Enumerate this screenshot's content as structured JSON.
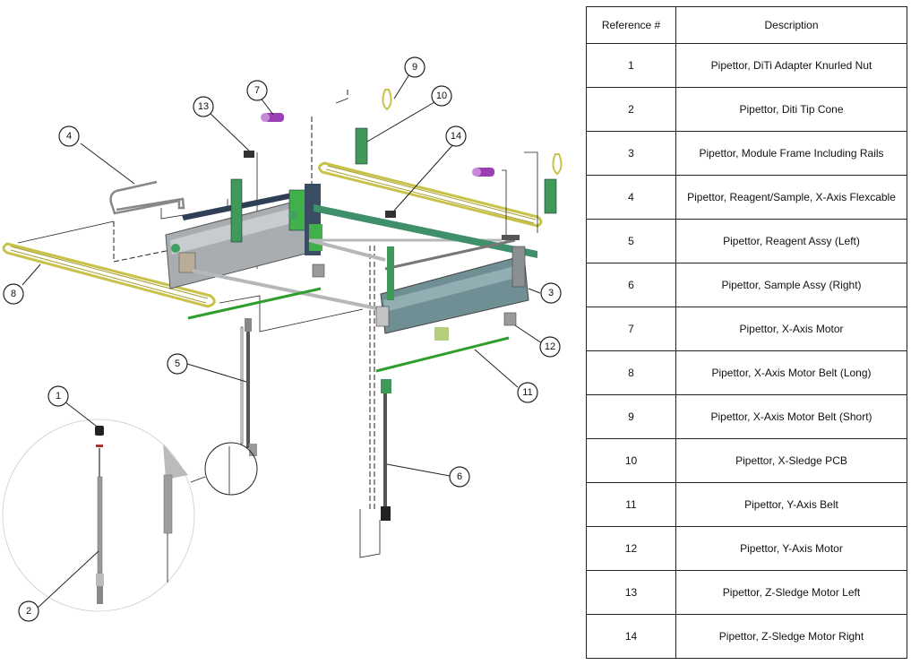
{
  "table": {
    "headers": [
      "Reference #",
      "Description"
    ],
    "rows": [
      {
        "ref": "1",
        "description": "Pipettor, DiTi Adapter Knurled Nut"
      },
      {
        "ref": "2",
        "description": "Pipettor, Diti Tip Cone"
      },
      {
        "ref": "3",
        "description": "Pipettor, Module Frame Including Rails"
      },
      {
        "ref": "4",
        "description": "Pipettor, Reagent/Sample, X-Axis Flexcable"
      },
      {
        "ref": "5",
        "description": "Pipettor, Reagent Assy (Left)"
      },
      {
        "ref": "6",
        "description": "Pipettor, Sample Assy (Right)"
      },
      {
        "ref": "7",
        "description": "Pipettor, X-Axis Motor"
      },
      {
        "ref": "8",
        "description": "Pipettor, X-Axis Motor Belt (Long)"
      },
      {
        "ref": "9",
        "description": "Pipettor, X-Axis Motor Belt (Short)"
      },
      {
        "ref": "10",
        "description": "Pipettor, X-Sledge PCB"
      },
      {
        "ref": "11",
        "description": "Pipettor, Y-Axis Belt"
      },
      {
        "ref": "12",
        "description": "Pipettor, Y-Axis Motor"
      },
      {
        "ref": "13",
        "description": "Pipettor, Z-Sledge Motor Left"
      },
      {
        "ref": "14",
        "description": "Pipettor, Z-Sledge Motor Right"
      }
    ]
  },
  "diagram": {
    "callouts": [
      "1",
      "2",
      "3",
      "4",
      "5",
      "6",
      "7",
      "8",
      "9",
      "10",
      "11",
      "12",
      "13",
      "14"
    ],
    "colors": {
      "belt_yellow": "#c8c24a",
      "belt_green": "#2e9e2e",
      "pcb_green": "#3f9a5a",
      "rail_dark": "#2f3f55",
      "frame_grey": "#9aa3a8",
      "frame_teal": "#6f8f95",
      "motor_purple": "#9b3fb5",
      "motor_grey": "#8a8a8a"
    }
  }
}
